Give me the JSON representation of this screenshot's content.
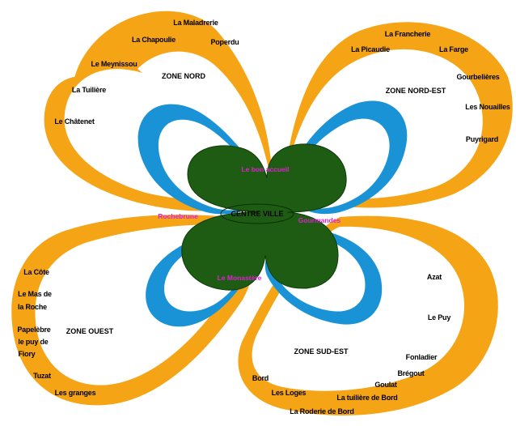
{
  "colors": {
    "outer_petal": "#f5a416",
    "middle_petal": "#1a93d6",
    "inner_clover": "#1e5c14",
    "label_text": "#000000",
    "quarter_label": "#e020d0",
    "background": "#ffffff"
  },
  "center_label": "CENTRE VILLE",
  "quarters": {
    "north": "Le bon accueil",
    "west": "Rochebrune",
    "east": "Gourmandes",
    "south": "Le Monastère"
  },
  "zones": {
    "nord": "ZONE NORD",
    "nord_est": "ZONE NORD-EST",
    "ouest": "ZONE OUEST",
    "sud_est": "ZONE SUD-EST"
  },
  "places_nord": [
    "La Maladrerie",
    "La Chapoulie",
    "Poperdu",
    "Le Meynissou",
    "La Tuilière",
    "Le Châtenet"
  ],
  "places_nord_est": [
    "La Francherie",
    "La Picaudie",
    "La Farge",
    "Gourbelières",
    "Les Nouailles",
    "Puyrigard"
  ],
  "places_ouest": [
    "La Côte",
    "Le Mas de",
    "la Roche",
    "Papelèbre",
    "le puy de",
    "Fiory",
    "Tuzat",
    "Les granges"
  ],
  "places_sud_est": [
    "Azat",
    "Le Puy",
    "Fonladier",
    "Brégout",
    "Goulat",
    "Bord",
    "Les Loges",
    "La tuilière de Bord",
    "La Roderie de Bord"
  ]
}
